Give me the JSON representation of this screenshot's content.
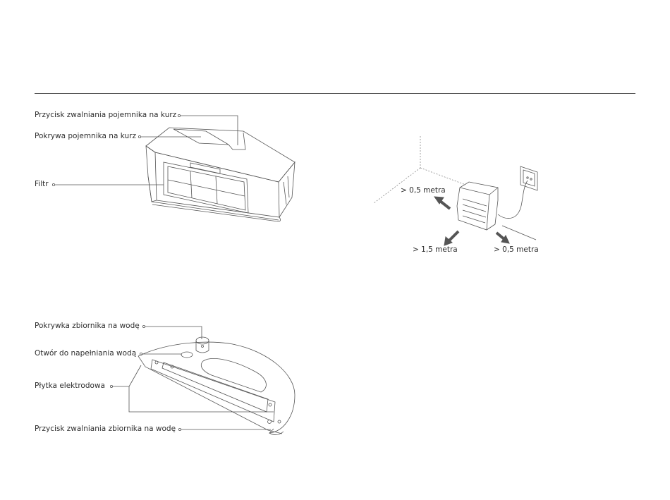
{
  "dustbin": {
    "release_button": "Przycisk zwalniania pojemnika na kurz",
    "cover": "Pokrywa pojemnika na kurz",
    "filter": "Filtr"
  },
  "water_tank": {
    "tank_cap": "Pokrywka zbiornika na wodę",
    "fill_opening": "Otwór do napełniania wodą",
    "electrode_plate": "Płytka elektrodowa",
    "release_button": "Przycisk zwalniania zbiornika na wodę"
  },
  "dock_clearance": {
    "left": "> 0,5 metra",
    "front": "> 1,5 metra",
    "right": "> 0,5 metra"
  }
}
